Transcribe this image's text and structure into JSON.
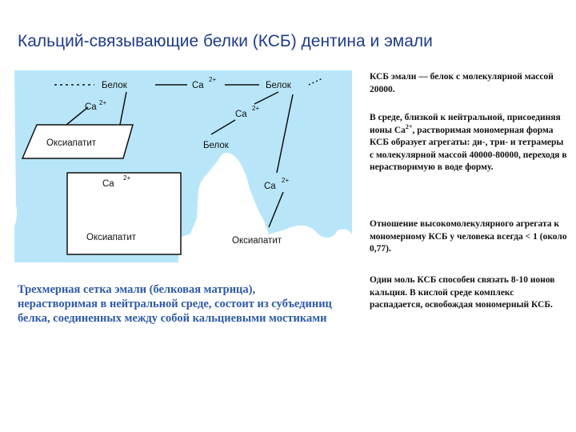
{
  "title": "Кальций-связывающие белки (КСБ) дентина и эмали",
  "diagram": {
    "labels": {
      "protein_top_left": "Белок",
      "ca_top_main": "Ca",
      "protein_top_right": "Белок",
      "ca_left": "Ca",
      "ca_middle": "Ca",
      "protein_middle": "Белок",
      "oxyapatite_left": "Оксиапатит",
      "ca_box": "Ca",
      "ca_right": "Ca",
      "oxyapatite_bottom": "Оксиапатит",
      "oxyapatite_bottom_right": "Оксиапатит"
    },
    "charges": {
      "ca_top_main": "2+",
      "ca_left": "2+",
      "ca_middle": "2+",
      "ca_box": "2+",
      "ca_right": "2+"
    },
    "colors": {
      "matrix": "#b8e6f8",
      "background": "#ffffff",
      "line": "#111111"
    }
  },
  "notes": {
    "n1": "КСБ эмали — белок с молекулярной массой 20000.",
    "n2_before": "В среде, близкой к нейтральной, присоединяя ионы Ca",
    "n2_sup": "2+",
    "n2_after": ", растворимая мономерная форма КСБ образует агрегаты: ди-, три- и тетрамеры с молекулярной массой 40000-80000, переходя в нерастворимую в воде форму.",
    "n3": "Отношение высокомолекулярного агрегата к мономерному КСБ у человека всегда < 1 (около 0,77).",
    "n4": "Один моль КСБ способен связать 8-10 ионов кальция. В кислой среде комплекс распадается, освобождая мономерный КСБ."
  },
  "caption": "Трехмерная сетка эмали (белковая матрица), нерастворимая в нейтральной среде, состоит из субъединиц белка, соединенных между собой кальциевыми мостиками"
}
